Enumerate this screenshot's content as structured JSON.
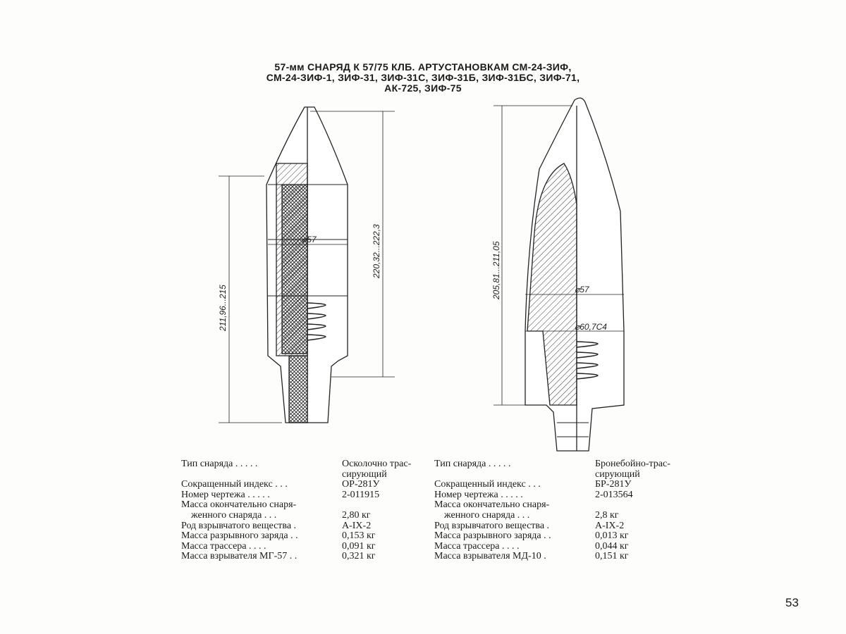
{
  "title_lines": [
    "57-мм СНАРЯД К 57/75 КЛБ. АРТУСТАНОВКАМ СМ-24-ЗИФ,",
    "СМ-24-ЗИФ-1, ЗИФ-31, ЗИФ-31С, ЗИФ-31Б, ЗИФ-31БС, ЗИФ-71,",
    "АК-725, ЗИФ-75"
  ],
  "left_drawing": {
    "dim_overall": "211,96...215",
    "dim_body": "220,32...222,3",
    "diameter": "⌀57"
  },
  "right_drawing": {
    "dim_overall": "205,81...211,05",
    "diameter": "⌀57",
    "band_diameter": "⌀60,7С4"
  },
  "left_spec": {
    "type_label": "Тип снаряда . . . . .",
    "type_value": "Осколочно трас-",
    "type_value_cont": "сирующий",
    "index_label": "Сокращенный индекс . . .",
    "index_value": "ОР-281У",
    "drawing_label": "Номер чертежа . . . . .",
    "drawing_value": "2-011915",
    "mass_label_1": "Масса окончательно снаря-",
    "mass_label_2": "   женного снаряда . . .",
    "mass_value": "2,80 кг",
    "explosive_label": "Род взрывчатого вещества .",
    "explosive_value": "А-IX-2",
    "charge_label": "Масса разрывного заряда . .",
    "charge_value": "0,153 кг",
    "tracer_label": "Масса трассера . . . .",
    "tracer_value": "0,091 кг",
    "fuze_label": "Масса взрывателя МГ-57 . .",
    "fuze_value": "0,321 кг"
  },
  "right_spec": {
    "type_label": "Тип снаряда . . . . .",
    "type_value": "Бронебойно-трас-",
    "type_value_cont": "сирующий",
    "index_label": "Сокращенный индекс . . .",
    "index_value": "БР-281У",
    "drawing_label": "Номер чертежа . . . . .",
    "drawing_value": "2-013564",
    "mass_label_1": "Масса окончательно снаря-",
    "mass_label_2": "   женного снаряда . . .",
    "mass_value": "2,8 кг",
    "explosive_label": "Род взрывчатого вещества .",
    "explosive_value": "А-IX-2",
    "charge_label": "Масса разрывного заряда . .",
    "charge_value": "0,013 кг",
    "tracer_label": "Масса трассера . . . .",
    "tracer_value": "0,044 кг",
    "fuze_label": "Масса взрывателя МД-10 .",
    "fuze_value": "0,151 кг"
  },
  "page_number": "53"
}
